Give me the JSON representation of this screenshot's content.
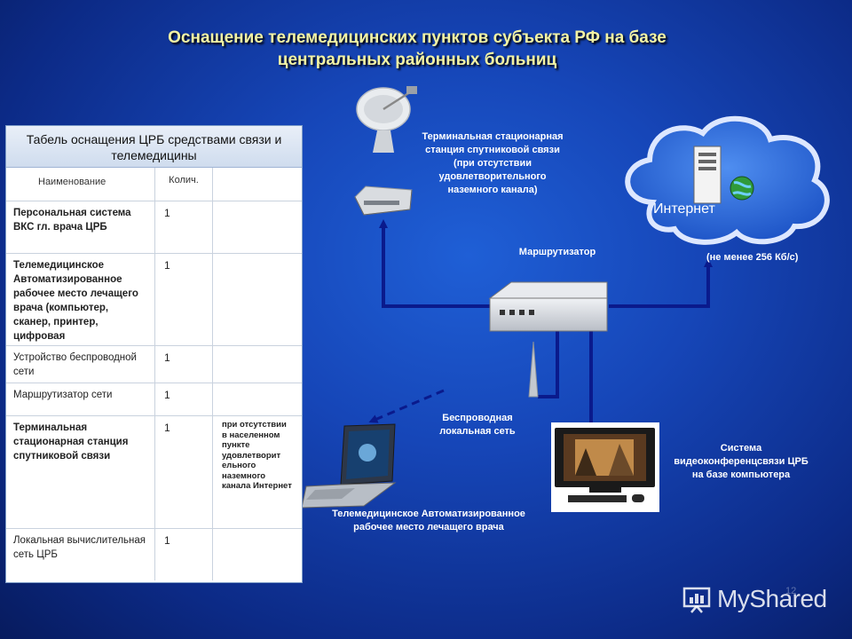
{
  "title": {
    "line1": "Оснащение телемедицинских  пунктов субъекта РФ  на базе",
    "line2": "центральных районных больниц"
  },
  "table": {
    "heading": "Табель оснащения ЦРБ средствами связи и телемедицины",
    "col_name": "Наименование",
    "col_qty": "Колич.",
    "rows": [
      {
        "name": "Персональная система ВКС гл. врача ЦРБ",
        "qty": "1",
        "note": ""
      },
      {
        "name": "Телемедицинское Автоматизированное рабочее место лечащего врача (компьютер, сканер, принтер, цифровая",
        "qty": "1",
        "note": ""
      },
      {
        "name": "Устройство беспроводной сети",
        "qty": "1",
        "note": ""
      },
      {
        "name": "Маршрутизатор сети",
        "qty": "1",
        "note": ""
      },
      {
        "name": "Терминальная стационарная станция спутниковой связи",
        "qty": "1",
        "note": "при отсутствии в населенном пункте удовлетворит ельного наземного канала Интернет"
      },
      {
        "name": "Локальная вычислительная сеть ЦРБ",
        "qty": "1",
        "note": ""
      }
    ]
  },
  "labels": {
    "satellite": "Терминальная стационарная станция спутниковой связи (при отсутствии удовлетворительного наземного канала)",
    "router": "Маршрутизатор",
    "internet": "Интернет",
    "bandwidth": "(не менее 256 Кб/с)",
    "wireless": "Беспроводная локальная сеть",
    "workstation": "Телемедицинское Автоматизированное рабочее место лечащего врача",
    "vks": "Системa видеоконференцсвязи ЦРБ на базе компьютера"
  },
  "watermark": "MyShared",
  "page_number": "12",
  "colors": {
    "background": "#1646b8",
    "title": "#f3f3a4",
    "connector": "#0a1a8c"
  }
}
